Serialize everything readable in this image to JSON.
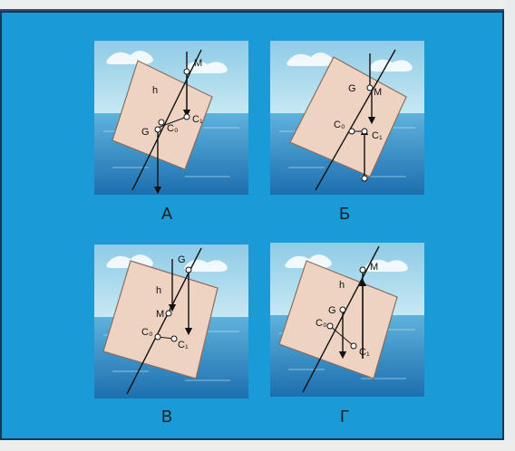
{
  "panels": [
    {
      "caption": "А",
      "labels": {
        "M": "M",
        "h": "h",
        "C1": "C₁",
        "C0": "C₀",
        "G": "G"
      }
    },
    {
      "caption": "Б",
      "labels": {
        "G": "G",
        "M": "M",
        "C0": "C₀",
        "C1": "C₁"
      }
    },
    {
      "caption": "В",
      "labels": {
        "G": "G",
        "h": "h",
        "M": "M",
        "C0": "C₀",
        "C1": "C₁"
      }
    },
    {
      "caption": "Г",
      "labels": {
        "M": "M",
        "h": "h",
        "G": "G",
        "C0": "C₀",
        "C1": "C₁"
      }
    }
  ],
  "colors": {
    "frame": "#1b9ad8",
    "sky": "#a9d9ee",
    "sea": "#2f8dc6",
    "hull": "#efd3c2"
  }
}
